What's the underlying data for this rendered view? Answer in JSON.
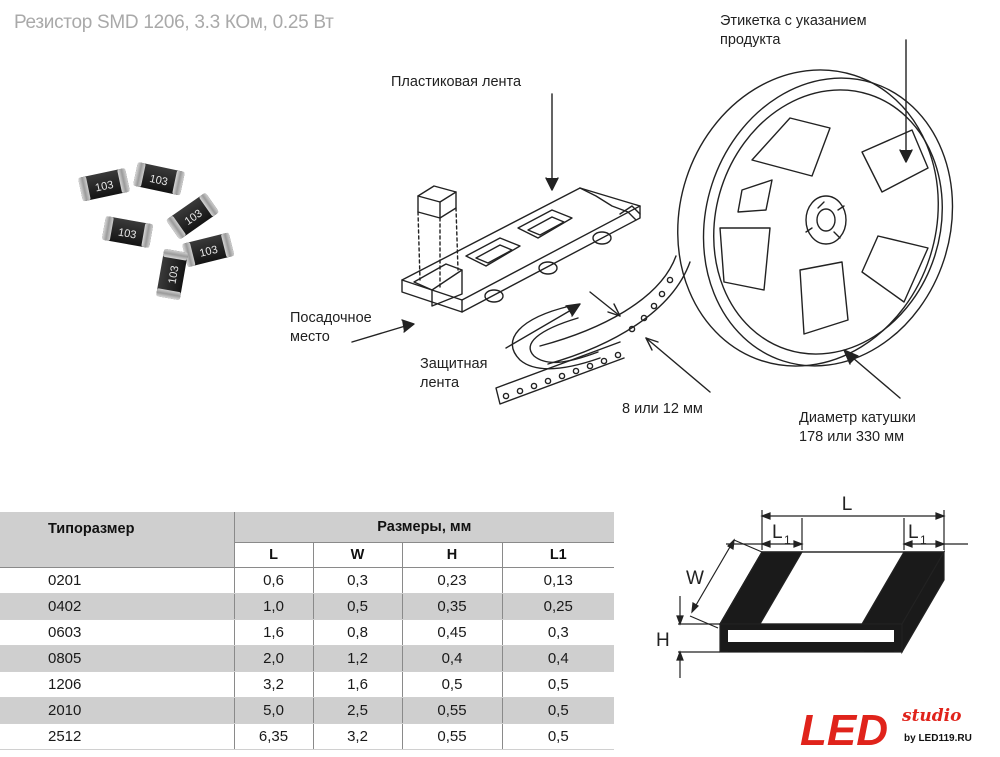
{
  "title": "Резистор SMD 1206, 3.3 КОм, 0.25 Вт",
  "chip_marking": "103",
  "labels": {
    "plastic_tape": "Пластиковая лента",
    "label_line1": "Этикетка с указанием",
    "label_line2": "продукта",
    "seat_line1": "Посадочное",
    "seat_line2": "место",
    "protective_line1": "Защитная",
    "protective_line2": "лента",
    "tape_width": "8 или 12 мм",
    "reel_line1": "Диаметр катушки",
    "reel_line2": "178 или 330 мм"
  },
  "table": {
    "col_type": "Типоразмер",
    "col_dims": "Размеры, мм",
    "cols": [
      "L",
      "W",
      "H",
      "L1"
    ],
    "rows": [
      [
        "0201",
        "0,6",
        "0,3",
        "0,23",
        "0,13"
      ],
      [
        "0402",
        "1,0",
        "0,5",
        "0,35",
        "0,25"
      ],
      [
        "0603",
        "1,6",
        "0,8",
        "0,45",
        "0,3"
      ],
      [
        "0805",
        "2,0",
        "1,2",
        "0,4",
        "0,4"
      ],
      [
        "1206",
        "3,2",
        "1,6",
        "0,5",
        "0,5"
      ],
      [
        "2010",
        "5,0",
        "2,5",
        "0,55",
        "0,5"
      ],
      [
        "2512",
        "6,35",
        "3,2",
        "0,55",
        "0,5"
      ]
    ]
  },
  "dimension_labels": {
    "L": "L",
    "L1": "L",
    "L1_sub": "1",
    "W": "W",
    "H": "H"
  },
  "logo": {
    "main": "LED",
    "script": "studio",
    "site": "by LED119.RU",
    "color": "#e0231b"
  }
}
